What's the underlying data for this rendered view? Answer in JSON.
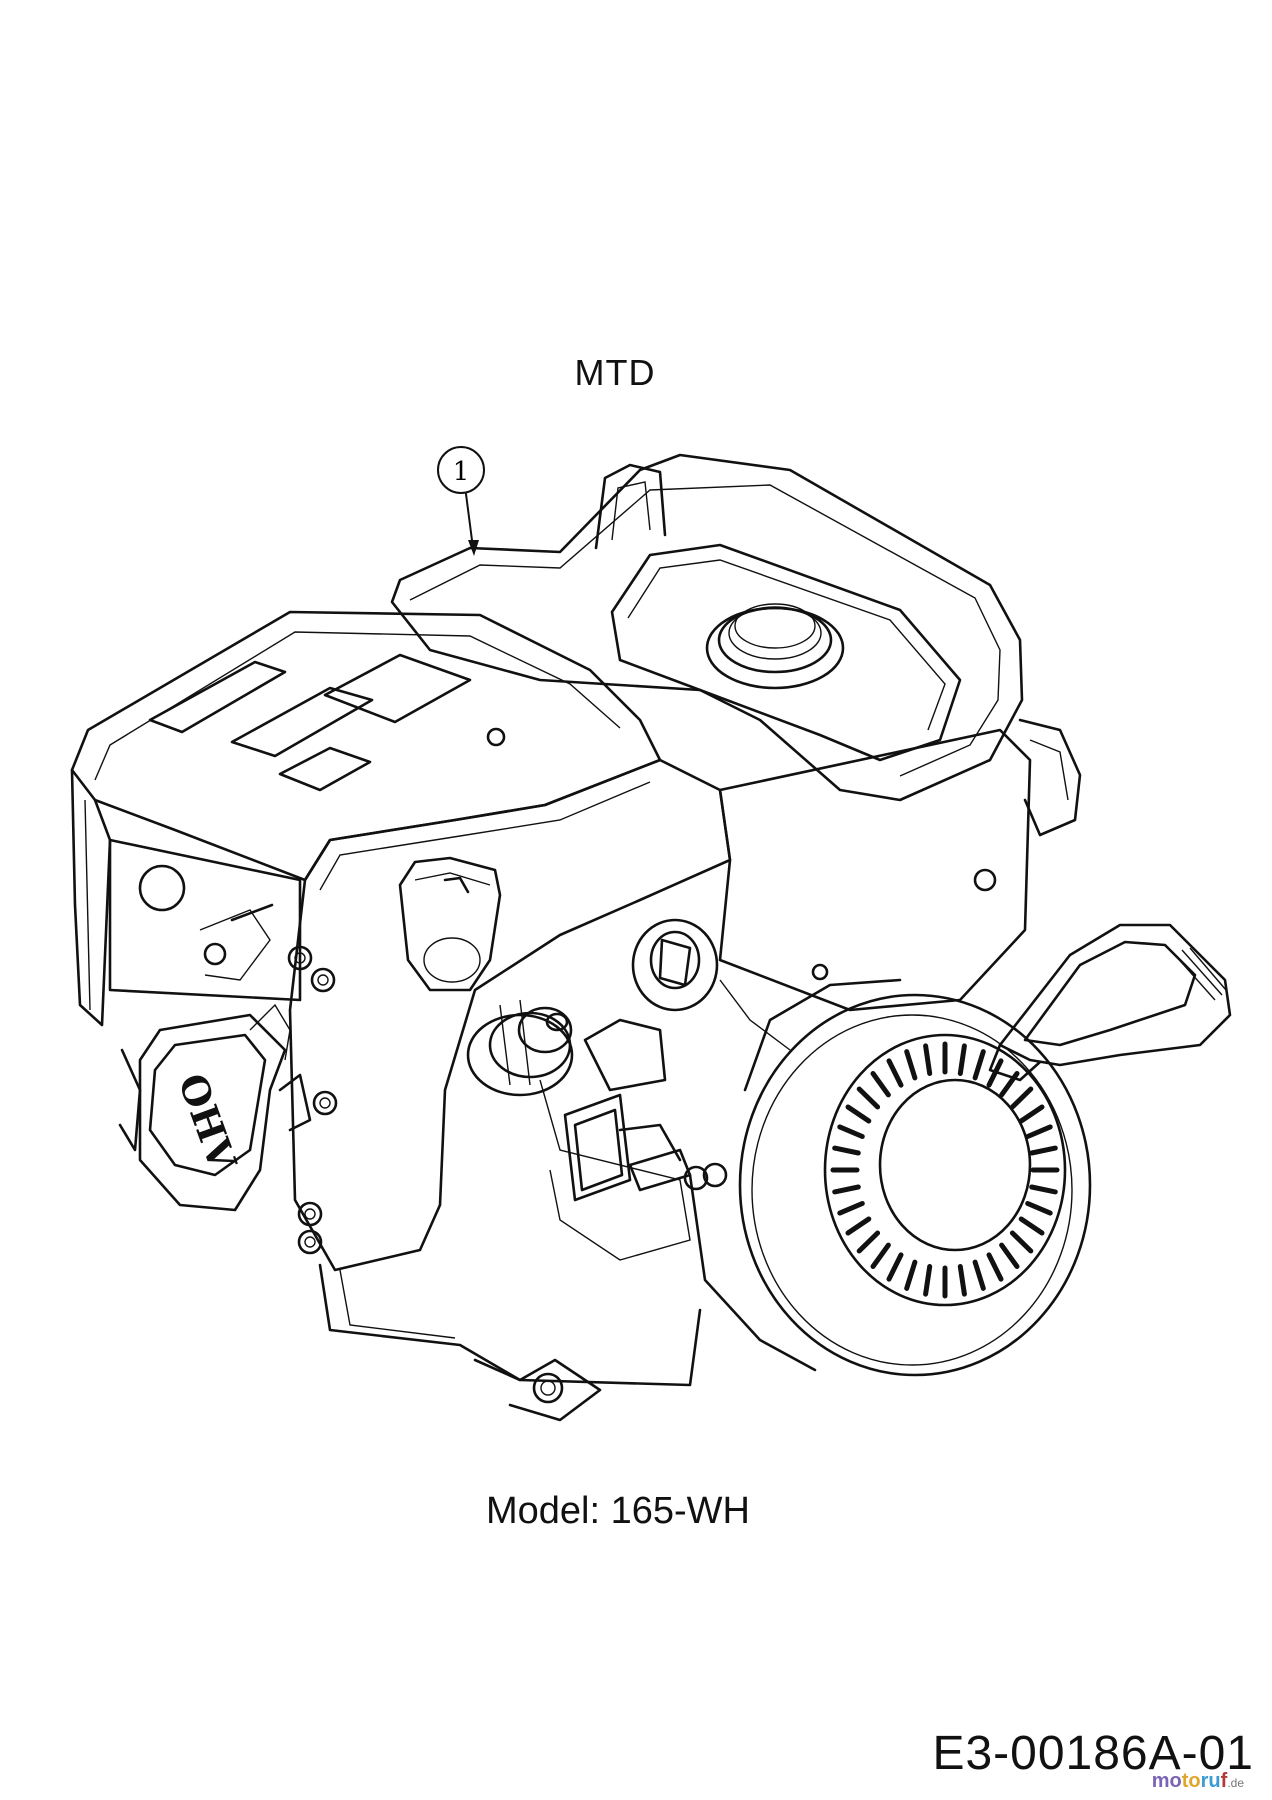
{
  "diagram": {
    "brand": "MTD",
    "callouts": [
      {
        "number": "1"
      }
    ],
    "model_label": "Model: 165-WH",
    "drawing_id": "E3-00186A-01",
    "engine_marking": "OHV",
    "watermark": {
      "parts": [
        "mo",
        "to",
        "ru",
        "f"
      ],
      "domain": ".de"
    }
  }
}
